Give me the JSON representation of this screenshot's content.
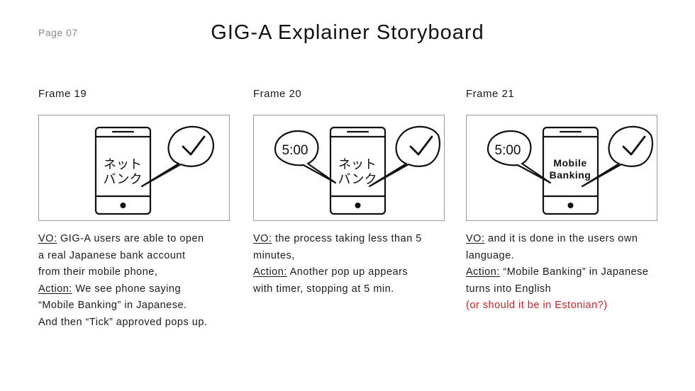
{
  "page_label": "Page 07",
  "title": "GIG-A Explainer Storyboard",
  "frames": [
    {
      "label": "Frame 19",
      "phone_text_line1": "ネット",
      "phone_text_line2": "バンク",
      "vo_label": "VO:",
      "vo_text": " GIG-A users are able to open a real Japanese bank account from their mobile phone,",
      "action_label": "Action:",
      "action_text": " We see phone saying “Mobile Banking” in Japanese. And then “Tick” approved pops up."
    },
    {
      "label": "Frame 20",
      "timer": "5:00",
      "phone_text_line1": "ネット",
      "phone_text_line2": "バンク",
      "vo_label": "VO:",
      "vo_text": " the process taking less than 5 minutes,",
      "action_label": "Action:",
      "action_text": " Another pop up appears with timer, stopping at 5 min."
    },
    {
      "label": "Frame 21",
      "timer": "5:00",
      "phone_text_line1": "Mobile",
      "phone_text_line2": "Banking",
      "vo_label": "VO:",
      "vo_text": " and it is done in the users own language.",
      "action_label": "Action:",
      "action_text": " “Mobile Banking” in Japanese turns into English",
      "note": "(or should it be in Estonian?)",
      "note_color": "#d11f1f"
    }
  ]
}
